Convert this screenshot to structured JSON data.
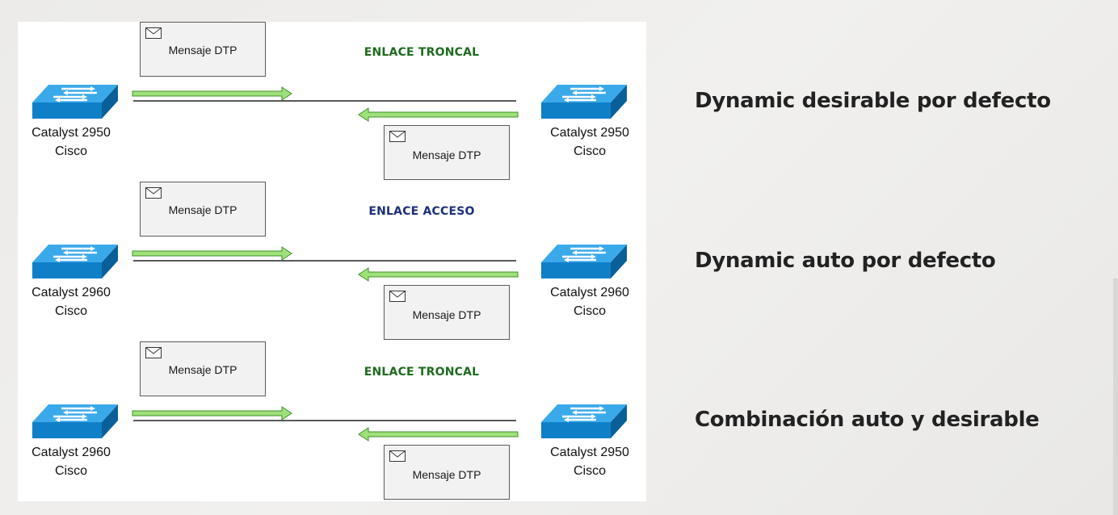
{
  "diagrams": [
    {
      "link_title": "ENLACE TRONCAL",
      "title_color": "#1e6b1e",
      "left_switch": {
        "model": "Catalyst 2950",
        "vendor": "Cisco"
      },
      "right_switch": {
        "model": "Catalyst 2950",
        "vendor": "Cisco"
      },
      "msg_top": "Mensaje DTP",
      "msg_bottom": "Mensaje DTP",
      "caption": "Dynamic desirable por defecto"
    },
    {
      "link_title": "ENLACE ACCESO",
      "title_color": "#1c2f7a",
      "left_switch": {
        "model": "Catalyst 2960",
        "vendor": "Cisco"
      },
      "right_switch": {
        "model": "Catalyst 2960",
        "vendor": "Cisco"
      },
      "msg_top": "Mensaje DTP",
      "msg_bottom": "Mensaje DTP",
      "caption": "Dynamic auto por defecto"
    },
    {
      "link_title": "ENLACE TRONCAL",
      "title_color": "#1e6b1e",
      "left_switch": {
        "model": "Catalyst 2960",
        "vendor": "Cisco"
      },
      "right_switch": {
        "model": "Catalyst 2950",
        "vendor": "Cisco"
      },
      "msg_top": "Mensaje DTP",
      "msg_bottom": "Mensaje DTP",
      "caption": "Combinación auto y desirable"
    }
  ],
  "colors": {
    "arrow_fill": "#9fe07a",
    "arrow_stroke": "#3f8f2a",
    "switch_blue": "#1a8fd6"
  },
  "icons": {
    "switch": "network-switch-icon",
    "message": "envelope-icon"
  }
}
